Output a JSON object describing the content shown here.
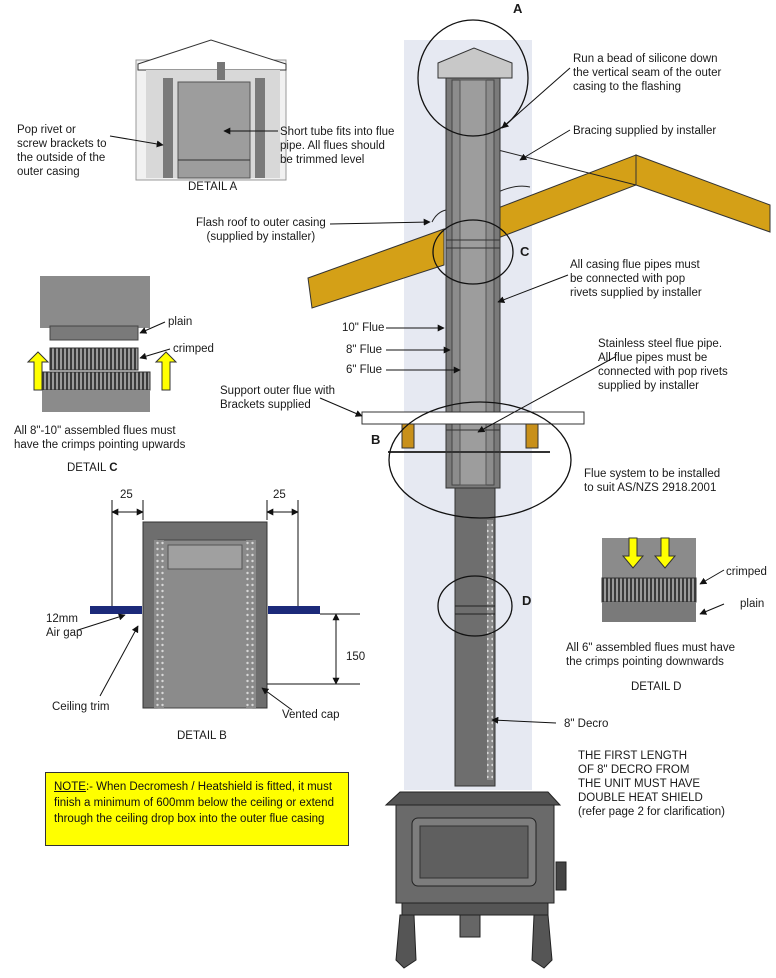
{
  "labels": {
    "A": "A",
    "B": "B",
    "C": "C",
    "D": "D",
    "silicone": [
      "Run a bead of silicone down",
      "the vertical seam of the outer",
      "casing to the flashing"
    ],
    "bracing": "Bracing supplied by installer",
    "flash": [
      "Flash roof to outer casing",
      "(supplied by installer)"
    ],
    "casing_rivets": [
      "All casing flue pipes must",
      "be connected with pop",
      "rivets supplied by installer"
    ],
    "flue10": "10\" Flue",
    "flue8": "8\" Flue",
    "flue6": "6\" Flue",
    "stainless": [
      "Stainless steel flue pipe.",
      "All flue pipes must be",
      "connected with pop rivets",
      "supplied by installer"
    ],
    "support": [
      "Support outer flue with",
      "Brackets supplied"
    ],
    "standard": [
      "Flue system to be installed",
      "to suit AS/NZS 2918.2001"
    ],
    "decro": "8\" Decro",
    "first_length": [
      "THE FIRST LENGTH",
      "OF 8\" DECRO FROM",
      "THE UNIT MUST HAVE",
      "DOUBLE HEAT SHIELD",
      "(refer page 2 for clarification)"
    ]
  },
  "detail_a": {
    "pop_rivet": [
      "Pop rivet or",
      "screw brackets to",
      "the outside of the",
      "outer casing"
    ],
    "short_tube": [
      "Short tube fits into flue",
      "pipe. All flues should",
      "be trimmed level"
    ],
    "caption": "DETAIL A"
  },
  "detail_c": {
    "plain": "plain",
    "crimped": "crimped",
    "note": [
      "All 8\"-10\" assembled flues must",
      "have the crimps pointing upwards"
    ],
    "caption_prefix": "DETAIL ",
    "caption_letter": "C"
  },
  "detail_b": {
    "dim_left": "25",
    "dim_right": "25",
    "air_gap": [
      "12mm",
      "Air gap"
    ],
    "dim_height": "150",
    "ceiling_trim": "Ceiling trim",
    "caption": "DETAIL B",
    "vented_cap": "Vented cap"
  },
  "detail_d": {
    "crimped": "crimped",
    "plain": "plain",
    "note": [
      "All 6\" assembled flues must have",
      "the crimps pointing downwards"
    ],
    "caption": "DETAIL D"
  },
  "note_box": {
    "prefix": "NOTE",
    "text": ":- When Decromesh / Heatshield is fitted, it must finish a minimum of 600mm below the ceiling or extend through the ceiling drop box into the outer flue casing"
  },
  "colors": {
    "roof": "#d4a017",
    "bracket": "#c8901a",
    "arrow_yellow": "#ffff00",
    "note_bg": "#ffff00",
    "trim_blue": "#1c2a7a",
    "metal": "#6e6e6e",
    "outer_band": "#e6e9f2"
  }
}
